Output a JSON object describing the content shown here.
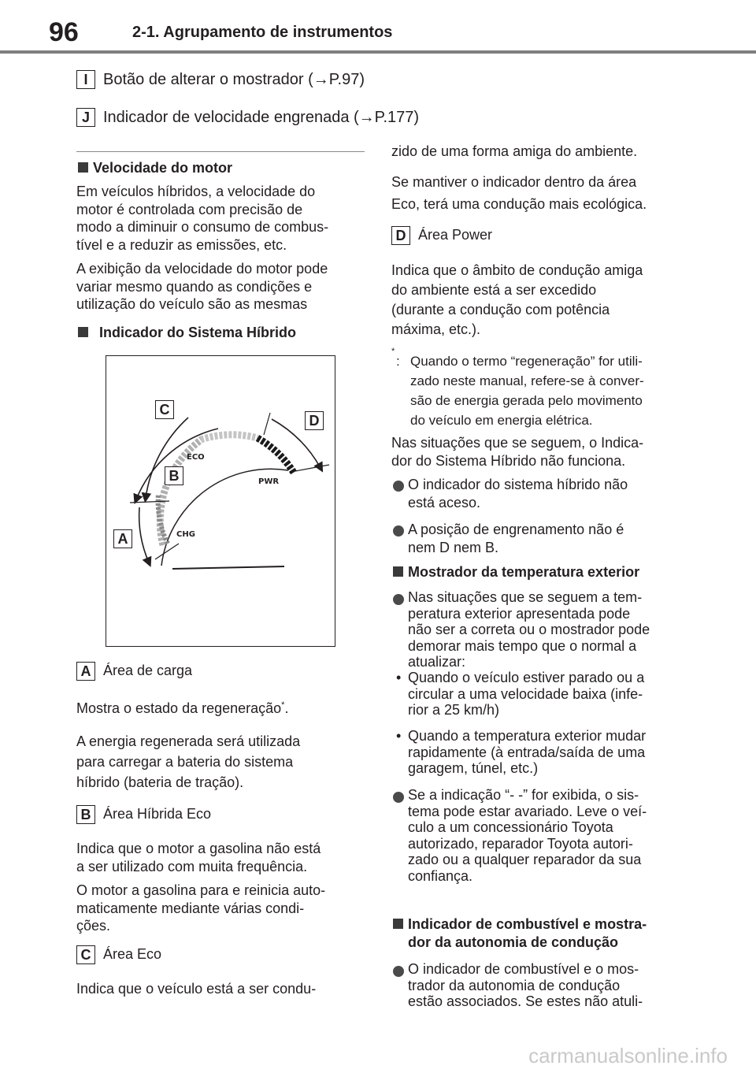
{
  "header": {
    "page_number": "96",
    "section": "2-1. Agrupamento de instrumentos"
  },
  "top_items": [
    {
      "key": "I",
      "text": "Botão de alterar o mostrador (→P.97)"
    },
    {
      "key": "J",
      "text": "Indicador de velocidade engrenada (→P.177)"
    }
  ],
  "left": {
    "h1": "Velocidade do motor",
    "p1": [
      "Em veículos híbridos, a velocidade do",
      "motor é controlada com precisão de",
      "modo a diminuir o consumo de combus-",
      "tível e a reduzir as emissões, etc."
    ],
    "p2": [
      "A exibição da velocidade do motor pode",
      "variar mesmo quando as condições e",
      "utilização do veículo são as mesmas"
    ],
    "h2": "Indicador do Sistema Híbrido",
    "fig_labels": {
      "eco": "ECO",
      "pwr": "PWR",
      "chg": "CHG",
      "a": "A",
      "b": "B",
      "c": "C",
      "d": "D"
    },
    "a_key": "A",
    "a_title": "Área de carga",
    "a_p1": "Mostra o estado da regeneração",
    "a_p1_sup": "*",
    "a_p1_end": ".",
    "a_p2": [
      "A energia regenerada será utilizada",
      "para carregar a bateria do sistema",
      "híbrido (bateria de tração)."
    ],
    "b_key": "B",
    "b_title": "Área Híbrida Eco",
    "b_p1": [
      "Indica que o motor a gasolina não está",
      "a ser utilizado com muita frequência."
    ],
    "b_p2": [
      "O motor a gasolina para e reinicia auto-",
      "maticamente mediante várias condi-",
      "ções."
    ],
    "c_key": "C",
    "c_title": "Área Eco",
    "c_p1": "Indica que o veículo está a ser condu-"
  },
  "right": {
    "c_p1_cont": "zido de uma forma amiga do ambiente.",
    "c_p2": [
      "Se mantiver o indicador dentro da área",
      "Eco, terá uma condução mais ecológica."
    ],
    "d_key": "D",
    "d_title": "Área Power",
    "d_p1": [
      "Indica que o âmbito de condução amiga",
      "do ambiente está a ser excedido",
      "(durante a condução com potência",
      "máxima, etc.)."
    ],
    "note_mark": "*",
    "note": [
      "Quando o termo “regeneração” for utili-",
      "zado neste manual, refere-se à conver-",
      "são de energia gerada pelo movimento",
      "do veículo em energia elétrica."
    ],
    "p_sit": [
      "Nas situações que se seguem, o Indica-",
      "dor do Sistema Híbrido não funciona."
    ],
    "b1": [
      "O indicador do sistema híbrido não",
      "está aceso."
    ],
    "b2": [
      "A posição de engrenamento não é",
      "nem D nem B."
    ],
    "h3": "Mostrador da temperatura exterior",
    "b3": [
      "Nas situações que se seguem a tem-",
      "peratura exterior apresentada pode",
      "não ser a correta ou o mostrador pode",
      "demorar mais tempo que o normal a",
      "atualizar:"
    ],
    "sub1": [
      "Quando o veículo estiver parado ou a",
      "circular a uma velocidade baixa (infe-",
      "rior a 25 km/h)"
    ],
    "sub2": [
      "Quando a temperatura exterior mudar",
      "rapidamente (à entrada/saída de uma",
      "garagem, túnel, etc.)"
    ],
    "b4": [
      "Se a indicação “- -” for exibida, o sis-",
      "tema pode estar avariado. Leve o veí-",
      "culo a um concessionário Toyota",
      "autorizado, reparador Toyota autori-",
      "zado ou a qualquer reparador da sua",
      "confiança."
    ],
    "h4": [
      "Indicador de combustível e mostra-",
      "dor da autonomia de condução"
    ],
    "b5": [
      "O indicador de combustível e o mos-",
      "trador da autonomia de condução",
      "estão associados. Se estes não atuli-"
    ]
  },
  "footer": "carmanualsonline.info",
  "colors": {
    "text": "#231f20",
    "rule": "#7f7f7f",
    "eco_bar": "#b0b0b0",
    "pwr_bar": "#1a1a1a",
    "footer": "#c9c9c9"
  }
}
